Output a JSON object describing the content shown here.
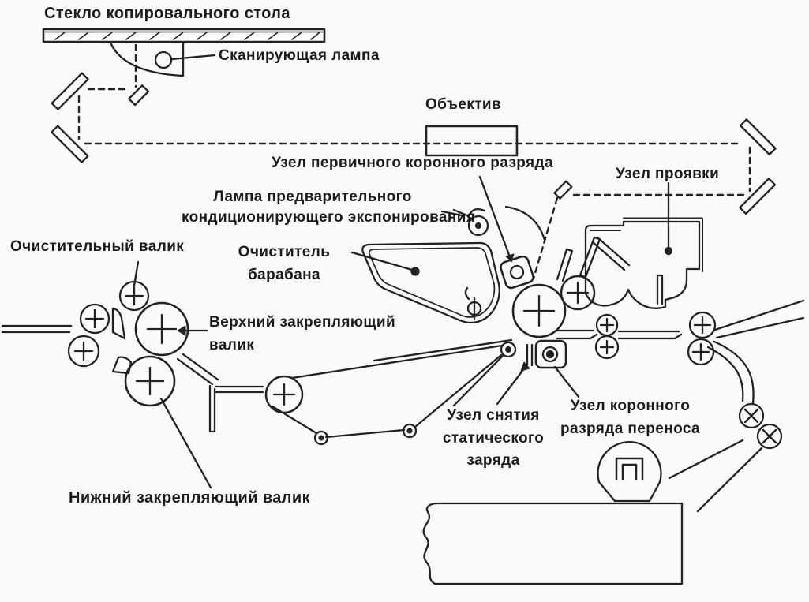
{
  "colors": {
    "ink": "#222222",
    "background": "#fafafa"
  },
  "labels": {
    "glass": "Стекло копировального стола",
    "scan_lamp": "Сканирующая лампа",
    "lens": "Объектив",
    "primary_corona": "Узел первичного коронного разряда",
    "dev_unit": "Узел проявки",
    "precond_lamp": {
      "line1": "Лампа предварительного",
      "line2": "кондиционирующего экспонирования"
    },
    "cleaning_roller": "Очистительный валик",
    "drum_cleaner": {
      "line1": "Очиститель",
      "line2": "барабана"
    },
    "upper_fixing_roller": {
      "line1": "Верхний закрепляющий",
      "line2": "валик"
    },
    "static_removal": {
      "line1": "Узел снятия",
      "line2": "статического",
      "line3": "заряда"
    },
    "transfer_corona": {
      "line1": "Узел коронного",
      "line2": "разряда переноса"
    },
    "lower_fixing_roller": "Нижний закрепляющий валик",
    "feed_symbol": "П"
  }
}
